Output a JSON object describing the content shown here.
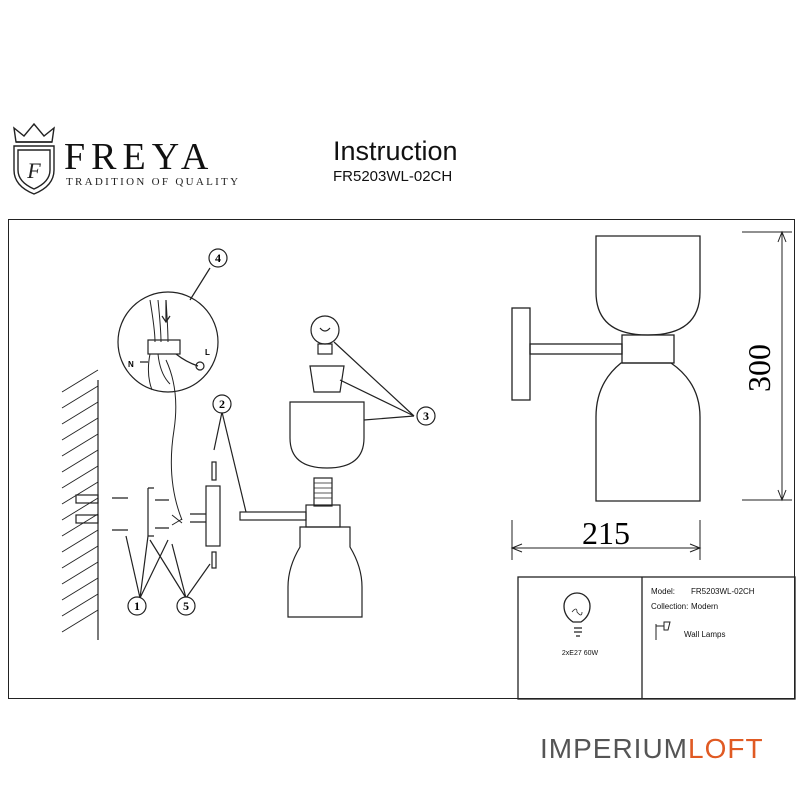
{
  "header": {
    "brand_name": "FREYA",
    "brand_tagline": "TRADITION OF QUALITY",
    "doc_title": "Instruction",
    "model_code": "FR5203WL-02CH"
  },
  "callouts": [
    "1",
    "2",
    "3",
    "4",
    "5"
  ],
  "wiring": {
    "neutral": "N",
    "live": "L"
  },
  "dimensions": {
    "height": "300",
    "width": "215"
  },
  "spec": {
    "model_label": "Model:",
    "model_value": "FR5203WL-02CH",
    "collection_label": "Collection:",
    "collection_value": "Modern",
    "category": "Wall Lamps",
    "bulb": "2xE27 60W"
  },
  "watermark": {
    "part1": "IMPERIUM",
    "part2": "LOFT",
    "accent_color": "#e05a23"
  }
}
